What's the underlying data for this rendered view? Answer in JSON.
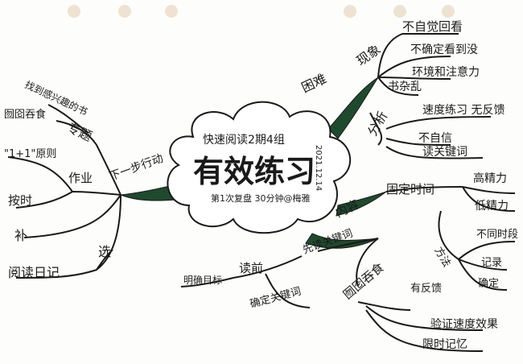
{
  "colors": {
    "ink": "#1a1a1a",
    "branch_green": "#1f4a2e",
    "paper": "#fdfdfb",
    "binder_hole": "#efe2d3"
  },
  "center": {
    "top_line": "快速阅读2期4组",
    "title": "有效练习",
    "side_text": "2021.12.14",
    "bottom_line": "第1次复盘 30分钟@梅雅"
  },
  "branches": {
    "difficulty": {
      "label": "困难",
      "phenomenon": {
        "label": "现象",
        "items": [
          "不自觉回看",
          "不确定看到没",
          "环境和注意力",
          "书杂乱"
        ]
      },
      "analysis": {
        "label": "分析",
        "items": [
          "速度练习  无反馈",
          "不自信",
          "读关键词"
        ]
      }
    },
    "content": {
      "label": "内容",
      "fixed_time": {
        "label": "固定时间",
        "items": [
          "高精力",
          "低精力"
        ],
        "method": {
          "label": "方法",
          "items": [
            "不同时段",
            "记录",
            "确定"
          ]
        }
      },
      "keywords": {
        "label": "先读关键词",
        "before_reading": {
          "label": "读前",
          "item": "明确目标"
        },
        "confirm": "确定关键词"
      },
      "swallow": {
        "label": "囫囵吞食",
        "items": [
          "有反馈",
          "验证速度效果",
          "限时记忆"
        ]
      }
    },
    "next": {
      "label": "下一步行动",
      "topic": {
        "label": "专题",
        "items": [
          "找到感兴趣的书",
          "囫囵吞食"
        ]
      },
      "homework": {
        "label": "作业",
        "items": [
          "\"1+1\"原则",
          "按时"
        ]
      },
      "supplement": "补",
      "choose": {
        "label": "选",
        "item": "阅读日记"
      }
    }
  }
}
